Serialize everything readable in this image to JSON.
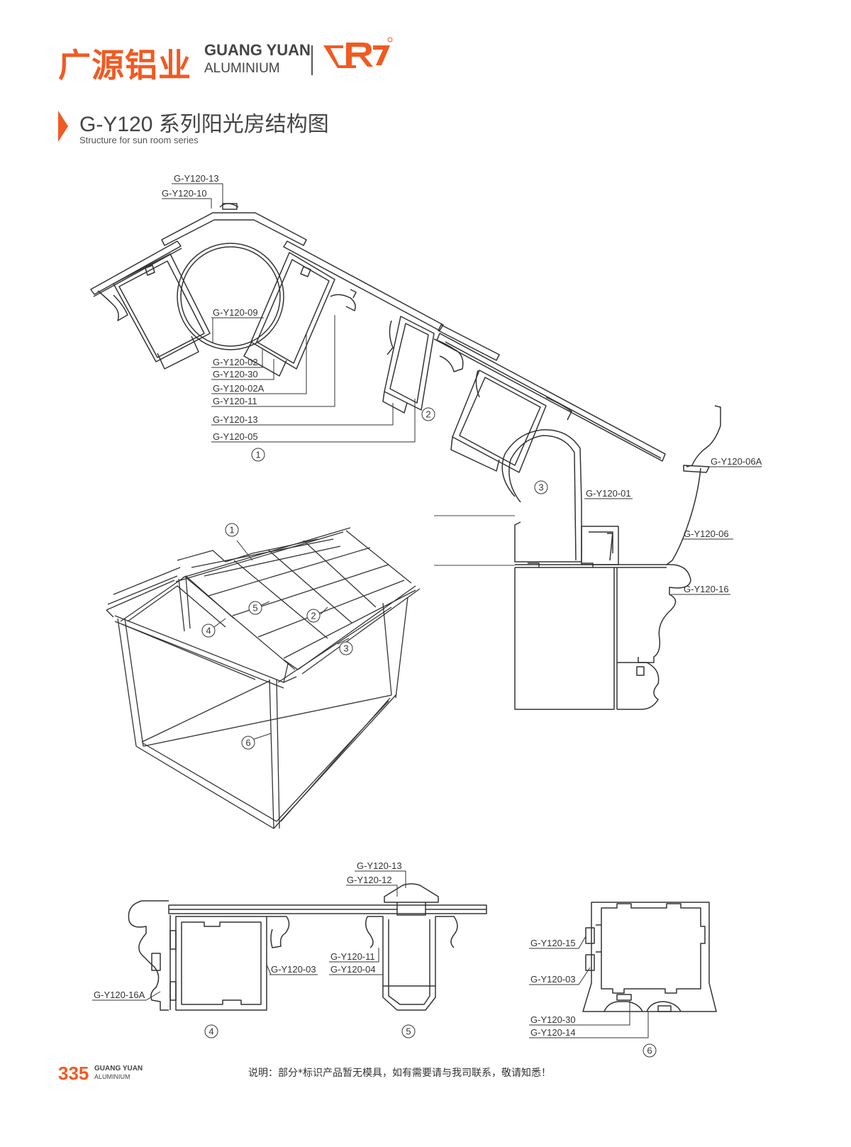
{
  "header": {
    "brand_cn": "广源铝业",
    "brand_en_line1": "GUANG YUAN",
    "brand_en_line2": "ALUMINIUM",
    "brand_color": "#f05a23"
  },
  "title": {
    "main": "G-Y120 系列阳光房结构图",
    "sub": "Structure for sun room series"
  },
  "labels": {
    "top_13a": "G-Y120-13",
    "top_10": "G-Y120-10",
    "top_09": "G-Y120-09",
    "top_02": "G-Y120-02",
    "top_30": "G-Y120-30",
    "top_02a": "G-Y120-02A",
    "top_11": "G-Y120-11",
    "top_13b": "G-Y120-13",
    "top_05": "G-Y120-05",
    "right_06a": "G-Y120-06A",
    "right_01": "G-Y120-01",
    "right_06": "G-Y120-06",
    "right_16": "G-Y120-16",
    "bot_13": "G-Y120-13",
    "bot_12": "G-Y120-12",
    "bot_11": "G-Y120-11",
    "bot_04": "G-Y120-04",
    "bot_03": "G-Y120-03",
    "bot_16a": "G-Y120-16A",
    "col_15": "G-Y120-15",
    "col_03": "G-Y120-03",
    "col_30": "G-Y120-30",
    "col_14": "G-Y120-14"
  },
  "callouts": {
    "c1": "1",
    "c2": "2",
    "c3": "3",
    "c4": "4",
    "c5": "5",
    "c6": "6"
  },
  "footer": {
    "page_number": "335",
    "brand_line1": "GUANG YUAN",
    "brand_line2": "ALUMINIUM",
    "note": "说明：部分*标识产品暂无模具，如有需要请与我司联系，敬请知悉！"
  }
}
